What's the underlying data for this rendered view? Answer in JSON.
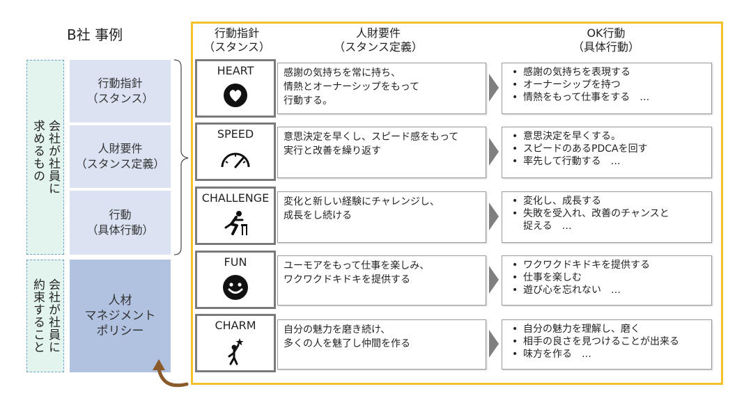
{
  "title": "B社 事例",
  "left_groups": [
    {
      "label": "会社が社員に\n求めるもの"
    },
    {
      "label": "会社が社員に\n約束すること"
    }
  ],
  "left_boxes": [
    {
      "label": "行動指針\n（スタンス）"
    },
    {
      "label": "人財要件\n（スタンス定義）"
    },
    {
      "label": "行動\n（具体行動）"
    },
    {
      "label": "人材\nマネジメント\nポリシー"
    }
  ],
  "headers": {
    "stance": "行動指針\n（スタンス）",
    "definition": "人財要件\n（スタンス定義）",
    "ok": "OK行動\n（具体行動）"
  },
  "rows": [
    {
      "name": "HEART",
      "icon": "heart-icon",
      "definition": "感謝の気持ちを常に持ち、\n情熱とオーナーシップをもって\n行動する。",
      "ok": [
        "感謝の気持ちを表現する",
        "オーナーシップを持つ",
        "情熱をもって仕事をする　…"
      ]
    },
    {
      "name": "SPEED",
      "icon": "speedometer-icon",
      "definition": "意思決定を早くし、スピード感をもって\n実行と改善を繰り返す",
      "ok": [
        "意思決定を早くする。",
        "スピードのあるPDCAを回す",
        "率先して行動する　…"
      ]
    },
    {
      "name": "CHALLENGE",
      "icon": "hurdle-runner-icon",
      "definition": "変化と新しい経験にチャレンジし、\n成長をし続ける",
      "ok": [
        "変化し、成長する",
        "失敗を受入れ、改善のチャンスと\n捉える　…"
      ]
    },
    {
      "name": "FUN",
      "icon": "smiley-icon",
      "definition": "ユーモアをもって仕事を楽しみ、\nワクワクドキドキを提供する",
      "ok": [
        "ワクワクドキドキを提供する",
        "仕事を楽しむ",
        "遊び心を忘れない　…"
      ]
    },
    {
      "name": "CHARM",
      "icon": "star-reach-icon",
      "definition": "自分の魅力を磨き続け、\n多くの人を魅了し仲間を作る",
      "ok": [
        "自分の魅力を理解し、磨く",
        "相手の良さを見つけることが出来る",
        "味方を作る　…"
      ]
    }
  ],
  "colors": {
    "frame": "#f5c12a",
    "group_bg": "#e3f3ee",
    "group_border": "#6aa3c8",
    "box_light": "#dbe2f1",
    "box_dark": "#b1c1e0",
    "arrow": "#8b5a2b"
  }
}
